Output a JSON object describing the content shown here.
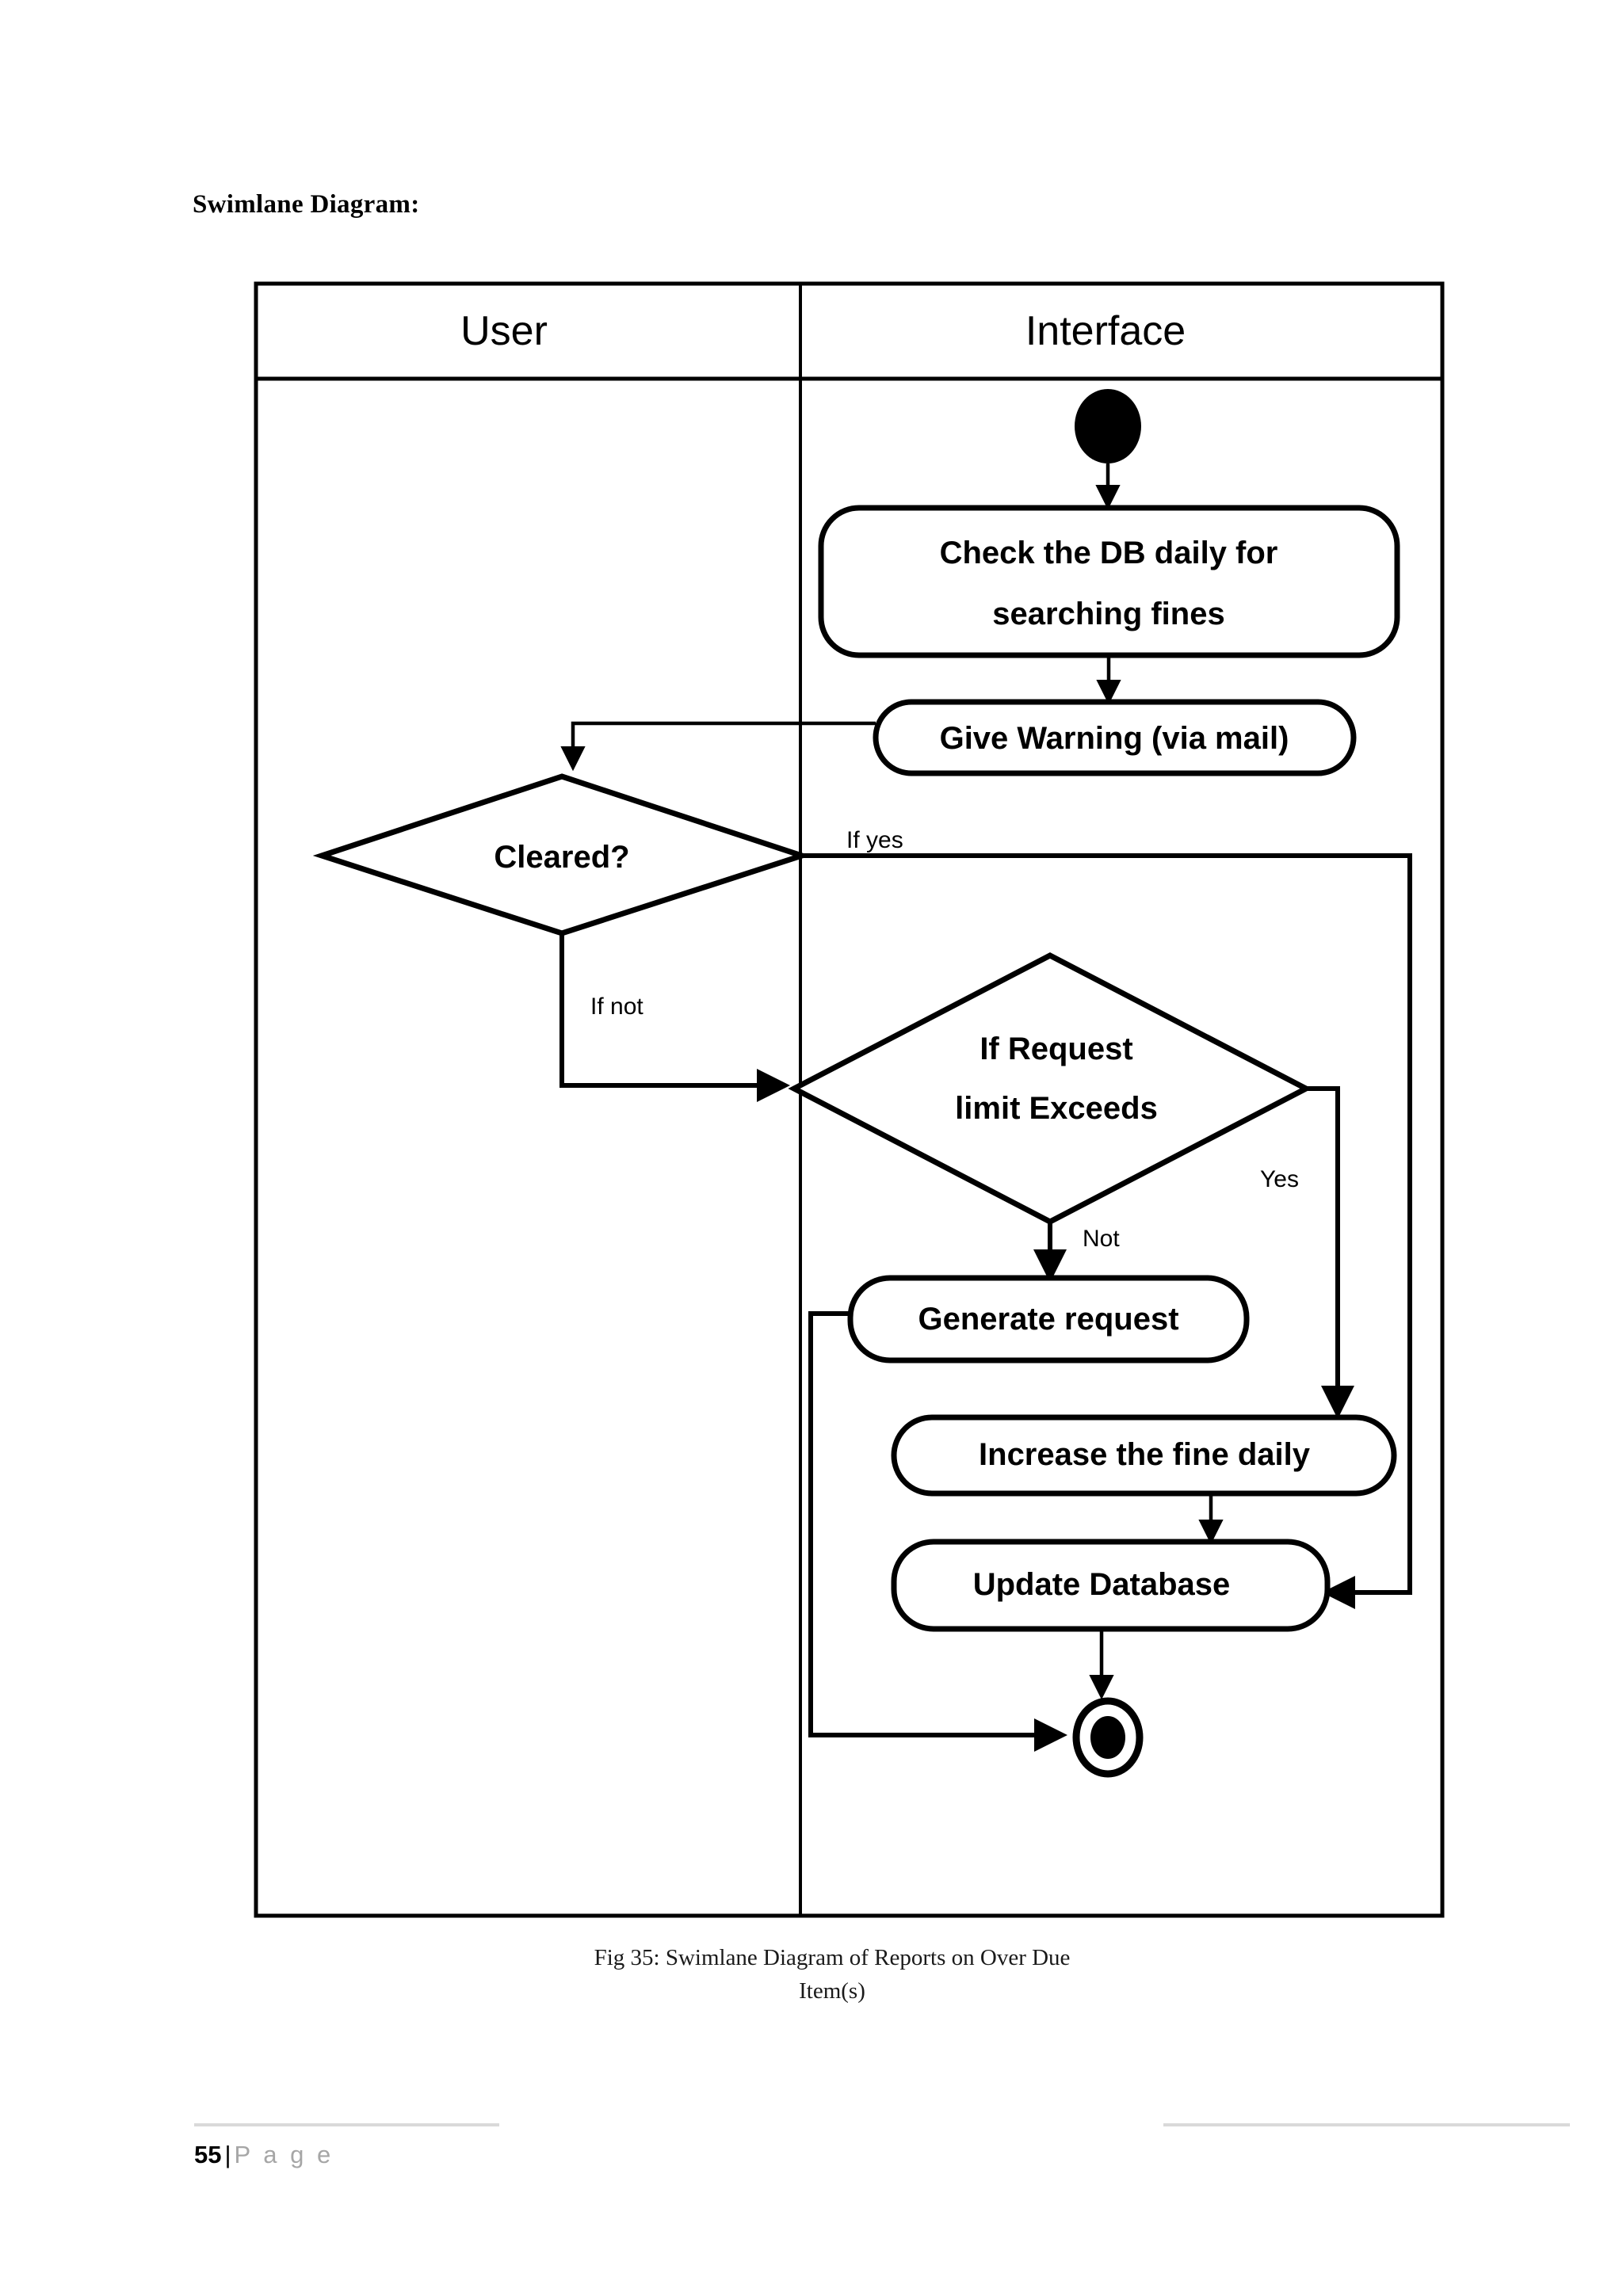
{
  "document": {
    "heading": "Swimlane Diagram:",
    "caption_line1": "Fig 35: Swimlane Diagram of Reports on Over Due",
    "caption_line2": "Item(s)",
    "footer": {
      "page_number": "55",
      "separator": "|",
      "page_word": "P a g e"
    }
  },
  "diagram": {
    "type": "swimlane-activity-diagram",
    "lanes": [
      {
        "id": "user",
        "title": "User"
      },
      {
        "id": "interface",
        "title": "Interface"
      }
    ],
    "nodes": [
      {
        "id": "start",
        "lane": "interface",
        "shape": "initial-node",
        "label": ""
      },
      {
        "id": "check-db",
        "lane": "interface",
        "shape": "rounded-activity",
        "label": "Check the DB daily for searching fines",
        "line1": "Check the DB daily for",
        "line2": "searching fines"
      },
      {
        "id": "give-warning",
        "lane": "interface",
        "shape": "rounded-activity",
        "label": "Give Warning (via mail)"
      },
      {
        "id": "cleared",
        "lane": "user",
        "shape": "decision",
        "label": "Cleared?"
      },
      {
        "id": "request-limit",
        "lane": "interface",
        "shape": "decision",
        "label": "If Request limit Exceeds",
        "line1": "If Request",
        "line2": "limit Exceeds"
      },
      {
        "id": "generate-request",
        "lane": "interface",
        "shape": "rounded-activity",
        "label": "Generate request"
      },
      {
        "id": "increase-fine",
        "lane": "interface",
        "shape": "rounded-activity",
        "label": "Increase the fine daily"
      },
      {
        "id": "update-database",
        "lane": "interface",
        "shape": "rounded-activity",
        "label": "Update Database"
      },
      {
        "id": "end",
        "lane": "interface",
        "shape": "final-node",
        "label": ""
      }
    ],
    "edges": [
      {
        "from": "start",
        "to": "check-db",
        "label": ""
      },
      {
        "from": "check-db",
        "to": "give-warning",
        "label": ""
      },
      {
        "from": "give-warning",
        "to": "cleared",
        "label": ""
      },
      {
        "from": "cleared",
        "to": "update-database",
        "label": "If yes"
      },
      {
        "from": "cleared",
        "to": "request-limit",
        "label": "If not"
      },
      {
        "from": "request-limit",
        "to": "increase-fine",
        "label": "Yes"
      },
      {
        "from": "request-limit",
        "to": "generate-request",
        "label": "Not"
      },
      {
        "from": "generate-request",
        "to": "end",
        "label": ""
      },
      {
        "from": "increase-fine",
        "to": "update-database",
        "label": ""
      },
      {
        "from": "update-database",
        "to": "end",
        "label": ""
      }
    ],
    "edge_labels": {
      "if_yes": "If yes",
      "if_not": "If not",
      "yes": "Yes",
      "not": "Not"
    },
    "colors": {
      "stroke": "#000000",
      "fill": "#ffffff",
      "footer_rule": "#d9d9d9",
      "footer_muted": "#a6a6a6"
    }
  }
}
